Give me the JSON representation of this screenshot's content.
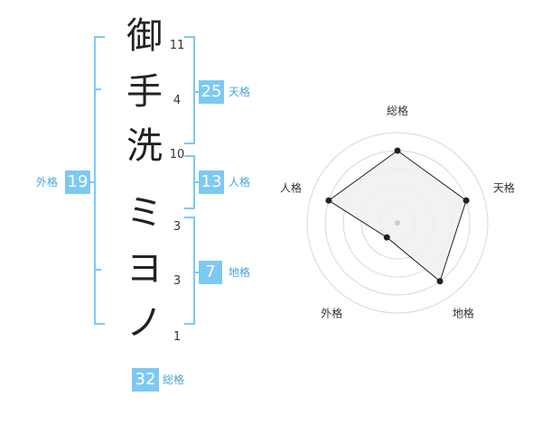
{
  "name": {
    "characters": [
      {
        "char": "御",
        "strokes": "11"
      },
      {
        "char": "手",
        "strokes": "4"
      },
      {
        "char": "洗",
        "strokes": "10"
      },
      {
        "char": "ミ",
        "strokes": "3"
      },
      {
        "char": "ヨ",
        "strokes": "3"
      },
      {
        "char": "ノ",
        "strokes": "1"
      }
    ]
  },
  "fortunes": {
    "tenkaku": {
      "value": "25",
      "label": "天格"
    },
    "jinkaku": {
      "value": "13",
      "label": "人格"
    },
    "chikaku": {
      "value": "7",
      "label": "地格"
    },
    "gaikaku": {
      "value": "19",
      "label": "外格"
    },
    "soukaku": {
      "value": "32",
      "label": "総格"
    }
  },
  "radar": {
    "axes": [
      {
        "label": "総格",
        "level": 4
      },
      {
        "label": "天格",
        "level": 4
      },
      {
        "label": "地格",
        "level": 4
      },
      {
        "label": "外格",
        "level": 1
      },
      {
        "label": "人格",
        "level": 4
      }
    ],
    "max_level": 5,
    "colors": {
      "fill": "#f0f0f0",
      "grid": "#d8d8d8",
      "line": "#222222",
      "center": "#cccccc"
    }
  },
  "colors": {
    "accent": "#7dc9f2",
    "accent_text": "#48a6d9"
  }
}
